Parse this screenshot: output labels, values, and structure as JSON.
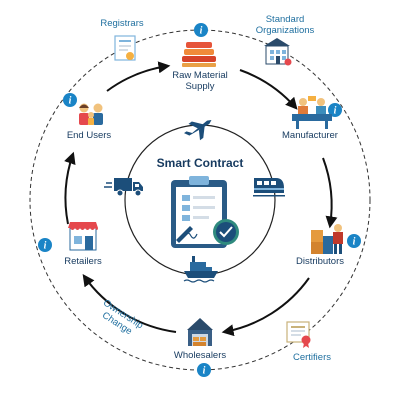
{
  "center": {
    "title": "Smart Contract"
  },
  "nodes": {
    "raw_material": {
      "line1": "Raw Material",
      "line2": "Supply"
    },
    "manufacturer": {
      "label": "Manufacturer"
    },
    "distributors": {
      "label": "Distributors"
    },
    "wholesalers": {
      "label": "Wholesalers"
    },
    "retailers": {
      "label": "Retailers"
    },
    "end_users": {
      "label": "End Users"
    }
  },
  "outer_parties": {
    "registrars": {
      "label": "Registrars"
    },
    "standard_orgs": {
      "line1": "Standard",
      "line2": "Organizations"
    },
    "certifiers": {
      "label": "Certifiers"
    }
  },
  "annotation": {
    "line1": "Ownership",
    "line2": "Change"
  },
  "info_badge": "i",
  "icons": {
    "center": [
      "airplane-icon",
      "train-icon",
      "ship-icon",
      "truck-icon",
      "clipboard-contract-icon"
    ],
    "nodes": [
      "materials-stack-icon",
      "factory-workers-icon",
      "boxes-worker-icon",
      "warehouse-icon",
      "shop-icon",
      "family-icon"
    ],
    "outer": [
      "certificate-icon",
      "building-icon",
      "diploma-icon"
    ]
  },
  "colors": {
    "arrow": "#111111",
    "text": "#163a5f",
    "info": "#1a84c6",
    "dashed": "#333333"
  }
}
